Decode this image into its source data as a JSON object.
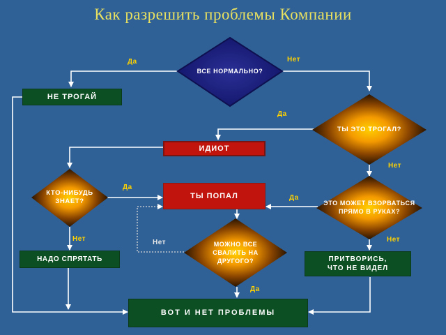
{
  "title": "Как разрешить проблемы Компании",
  "nodes": {
    "ok": "ВСЕ НОРМАЛЬНО?",
    "dont_touch": "НЕ ТРОГАЙ",
    "touched": "ТЫ ЭТО ТРОГАЛ?",
    "idiot": "ИДИОТ",
    "anyone_knows": "КТО-НИБУДЬ ЗНАЕТ?",
    "in_trouble": "ТЫ ПОПАЛ",
    "explode": "ЭТО МОЖЕТ ВЗОРВАТЬСЯ ПРЯМО В РУКАХ?",
    "hide": "НАДО СПРЯТАТЬ",
    "blame": "МОЖНО ВСЕ СВАЛИТЬ НА ДРУГОГО?",
    "pretend": "ПРИТВОРИСЬ, ЧТО НЕ ВИДЕЛ",
    "no_problem": "ВОТ И НЕТ ПРОБЛЕМЫ"
  },
  "edge_labels": {
    "ok_yes": "Да",
    "ok_no": "Нет",
    "touched_yes": "Да",
    "touched_no": "Нет",
    "knows_yes": "Да",
    "knows_no": "Нет",
    "explode_yes": "Да",
    "explode_no": "Нет",
    "blame_no": "Нет",
    "blame_yes": "Да"
  },
  "colors": {
    "background": "#2f6196",
    "box_green": "#0c4f23",
    "box_red": "#c0140c",
    "diamond_navy": "#1c2280",
    "diamond_orange": "#ff9a00",
    "label_yellow": "#ffd200",
    "title": "#e8e060"
  }
}
